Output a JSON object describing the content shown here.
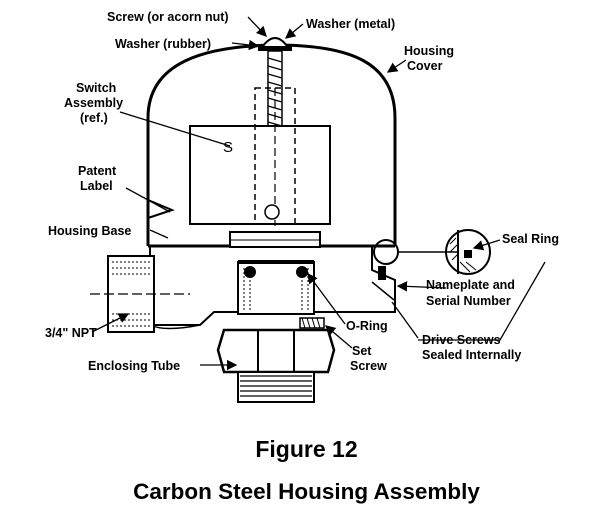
{
  "labels": {
    "screw": "Screw (or acorn nut)",
    "washer_metal": "Washer (metal)",
    "washer_rubber": "Washer (rubber)",
    "housing_cover_1": "Housing",
    "housing_cover_2": "Cover",
    "switch_1": "Switch",
    "switch_2": "Assembly",
    "switch_3": "(ref.)",
    "patent_1": "Patent",
    "patent_2": "Label",
    "housing_base": "Housing Base",
    "seal_ring": "Seal Ring",
    "nameplate_1": "Nameplate and",
    "nameplate_2": "Serial Number",
    "npt": "3/4\" NPT",
    "oring": "O-Ring",
    "drive_1": "Drive Screws",
    "drive_2": "Sealed Internally",
    "set_1": "Set",
    "set_2": "Screw",
    "enclosing_tube": "Enclosing Tube",
    "switch_glyph": "S"
  },
  "caption": {
    "figure": "Figure 12",
    "title": "Carbon Steel Housing Assembly"
  }
}
